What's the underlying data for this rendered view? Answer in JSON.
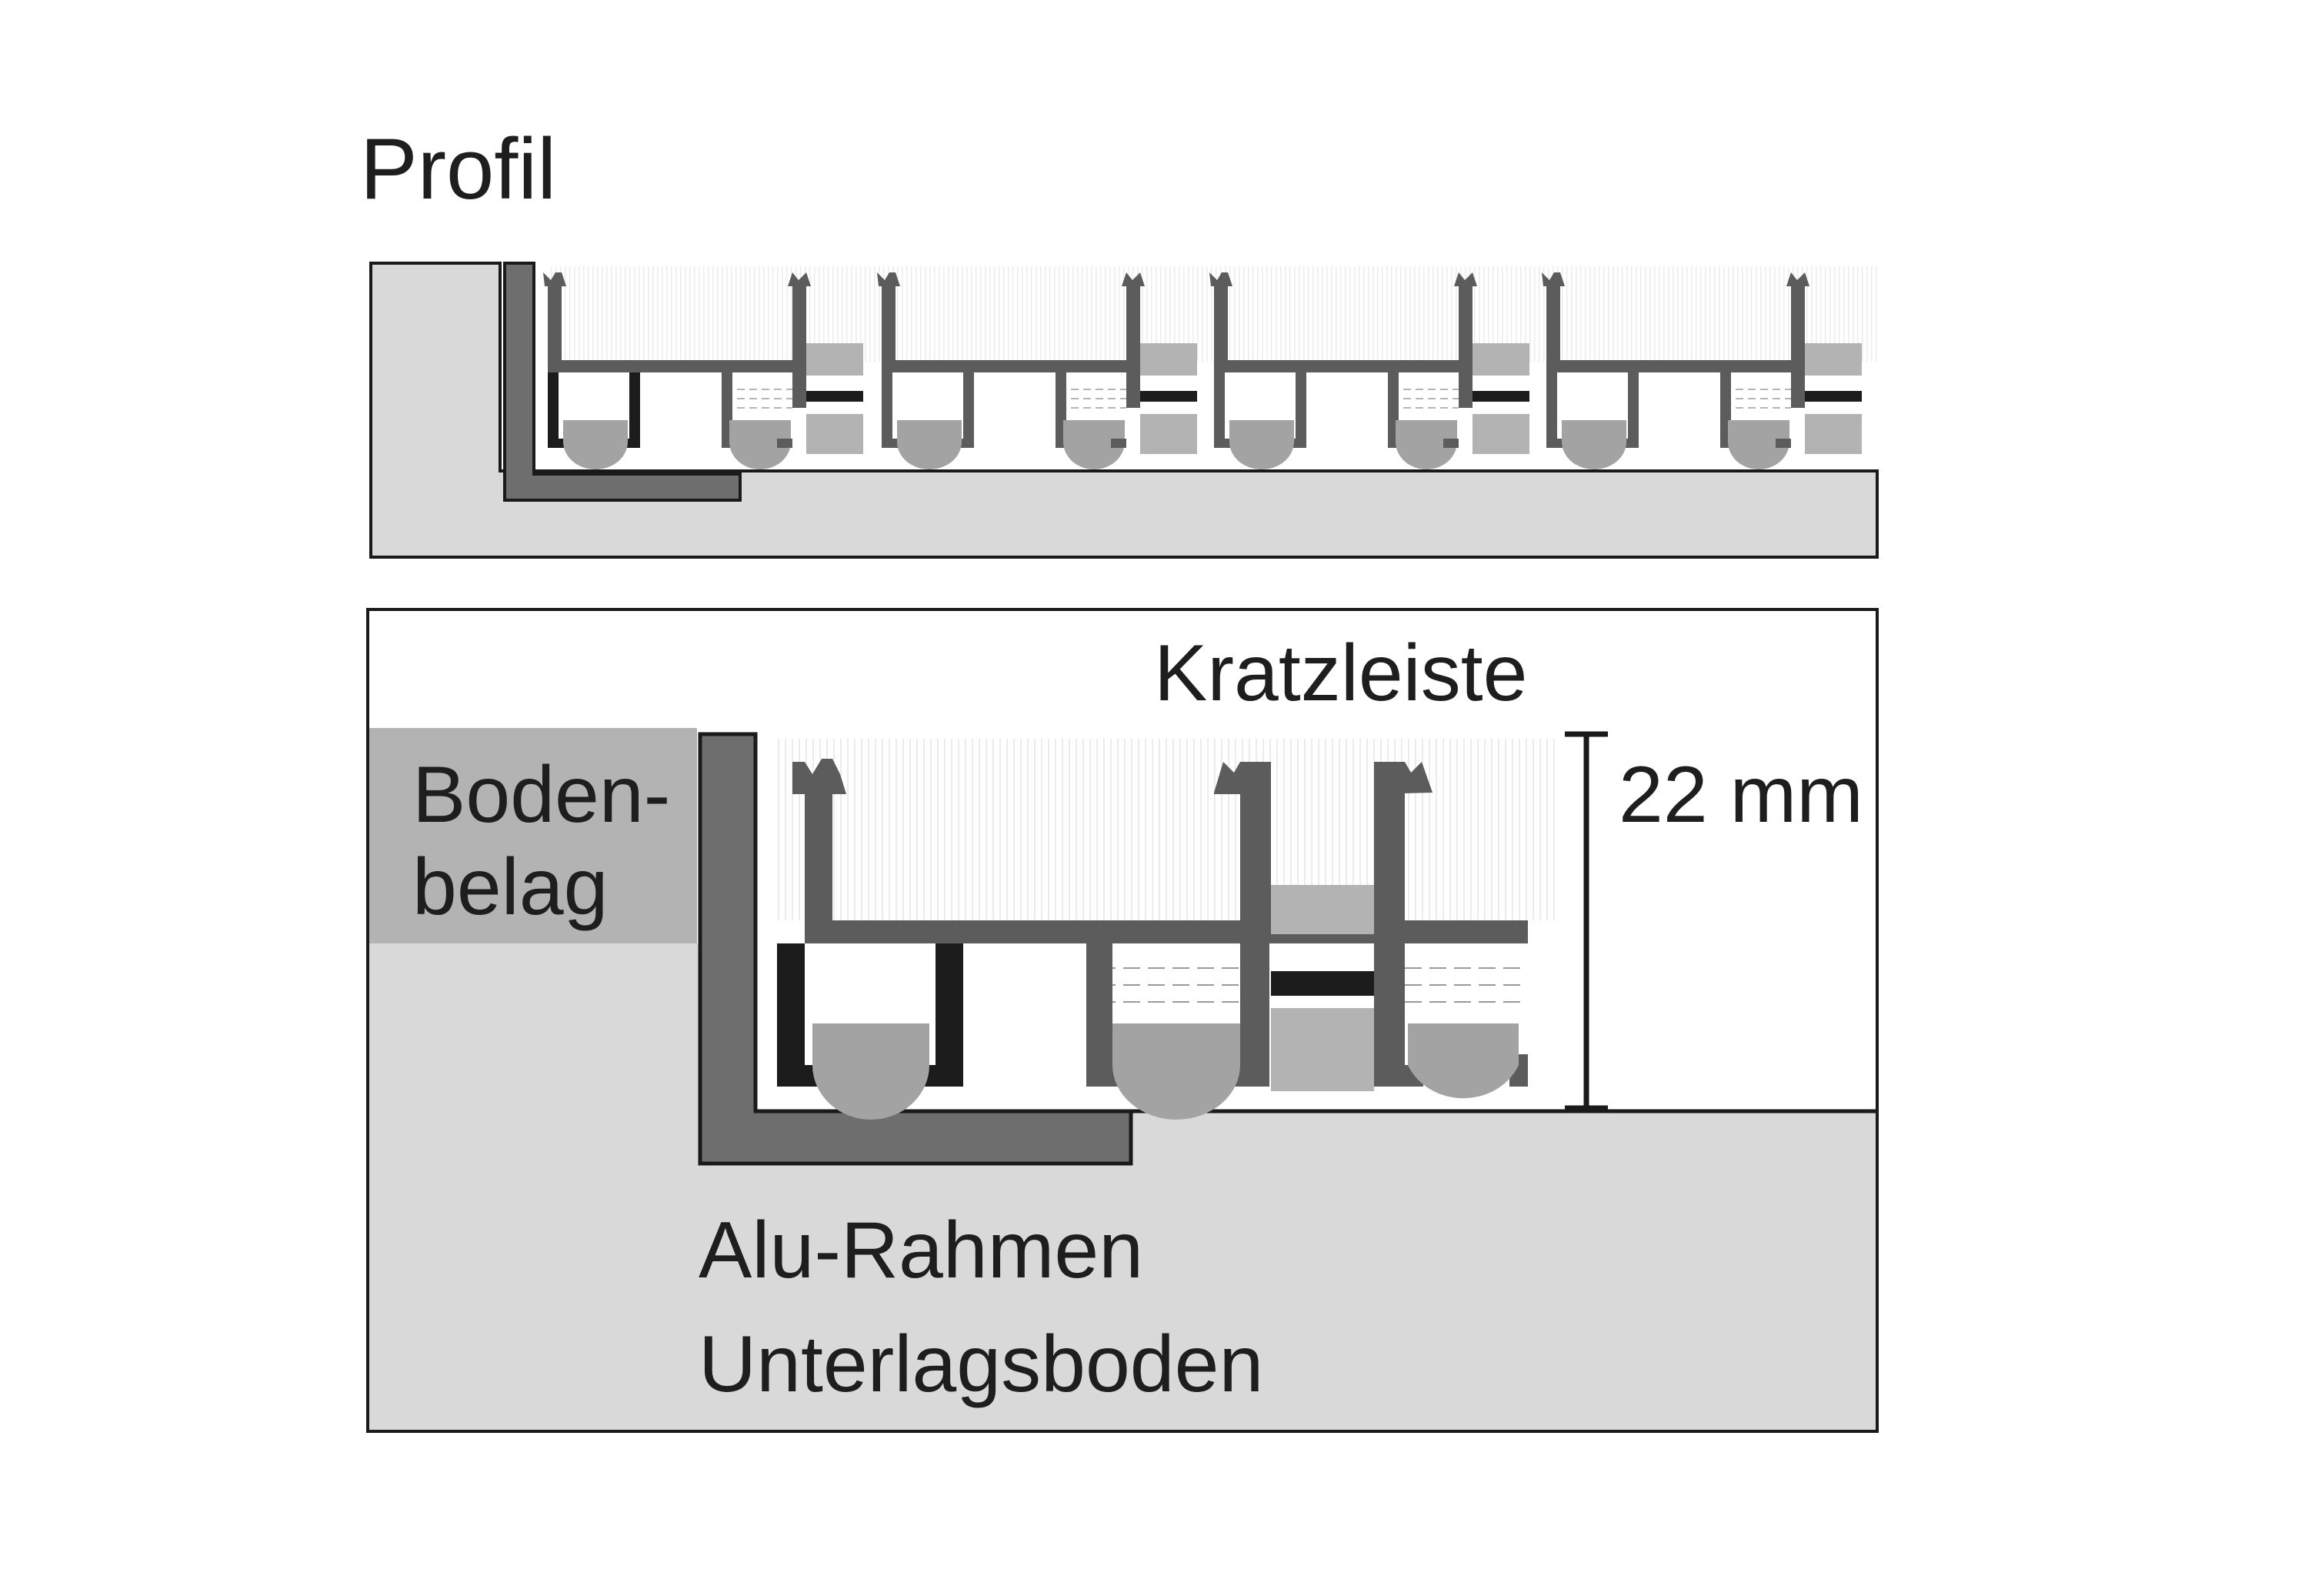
{
  "title": "Profil",
  "labels": {
    "scraper_bar": "Kratzleiste",
    "height": "22 mm",
    "floor_covering_line1": "Boden-",
    "floor_covering_line2": "belag",
    "alu_frame": "Alu-Rahmen",
    "subfloor": "Unterlagsboden"
  },
  "colors": {
    "subfloor": "#d9d9d9",
    "frame": "#6e6e6e",
    "profile": "#5c5c5c",
    "clip": "#1c1c1c",
    "foot": "#a3a3a3",
    "insert": "#b3b3b3",
    "floor_covering": "#b3b3b3",
    "outline": "#1a1a1a"
  }
}
